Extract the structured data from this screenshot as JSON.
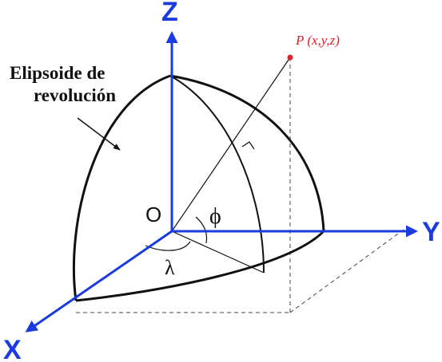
{
  "diagram": {
    "labels": {
      "axis_z": "Z",
      "axis_y": "Y",
      "axis_x": "X",
      "origin": "O",
      "phi": "ϕ",
      "lambda": "λ",
      "point": "P (x,y,z)",
      "ellipsoid_line1": "Elipsoide de",
      "ellipsoid_line2": "revolución"
    },
    "colors": {
      "axis": "#1a3be0",
      "point": "#e0202a",
      "line": "#111111",
      "dashed": "#444444",
      "text": "#111111"
    }
  }
}
